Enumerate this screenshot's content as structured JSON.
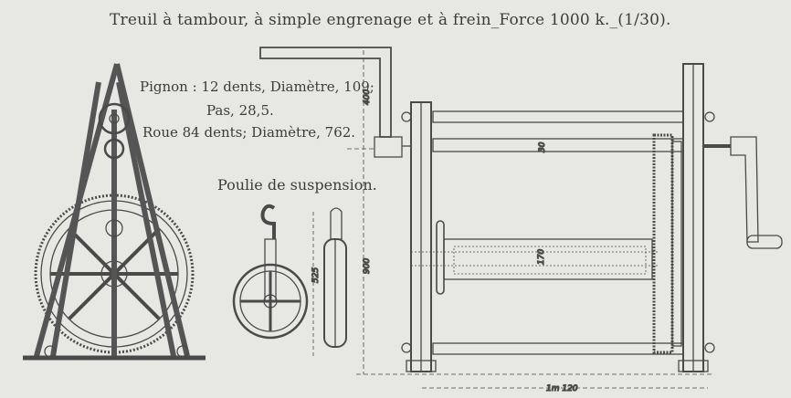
{
  "title": "Treuil à tambour, à simple engrenage et à frein_Force 1000 k._(1/30).",
  "specs": {
    "pignon": "Pignon : 12 dents, Diamètre, 109;",
    "pas": "Pas, 28,5.",
    "roue": "Roue 84 dents; Diamètre, 762."
  },
  "pulley_label": "Poulie de suspension.",
  "dimensions": {
    "crank_height": "400",
    "total_height": "900",
    "shaft_diameter": "30",
    "drum_diameter": "170",
    "pulley_height": "525",
    "frame_width": "1m 120"
  }
}
